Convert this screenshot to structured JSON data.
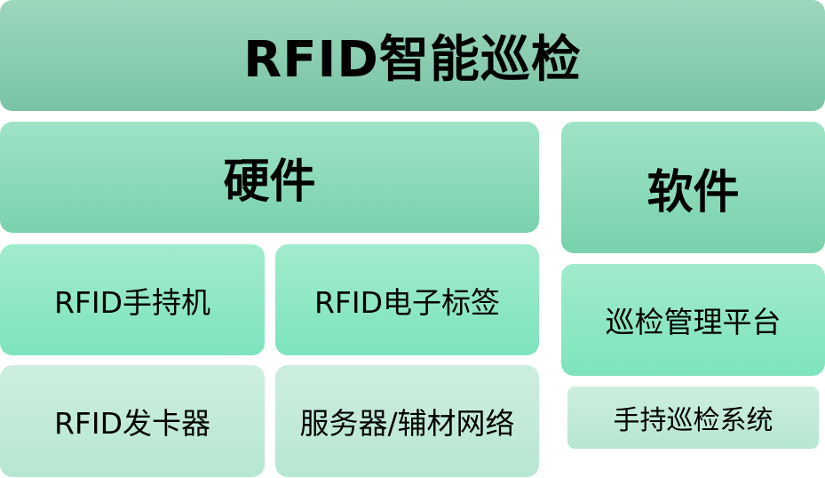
{
  "title": "RFID智能巡检",
  "hardware": {
    "label": "硬件",
    "items": [
      "RFID手持机",
      "RFID电子标签",
      "RFID发卡器",
      "服务器/辅材网络"
    ]
  },
  "software": {
    "label": "软件",
    "items": [
      "巡检管理平台",
      "手持巡检系统"
    ]
  },
  "colors": {
    "title_box": "#8ccdb1",
    "header_box": "#8cdab9",
    "item_box": "#90e7c4",
    "light_box": "#c2ebd9",
    "text": "#000000"
  }
}
